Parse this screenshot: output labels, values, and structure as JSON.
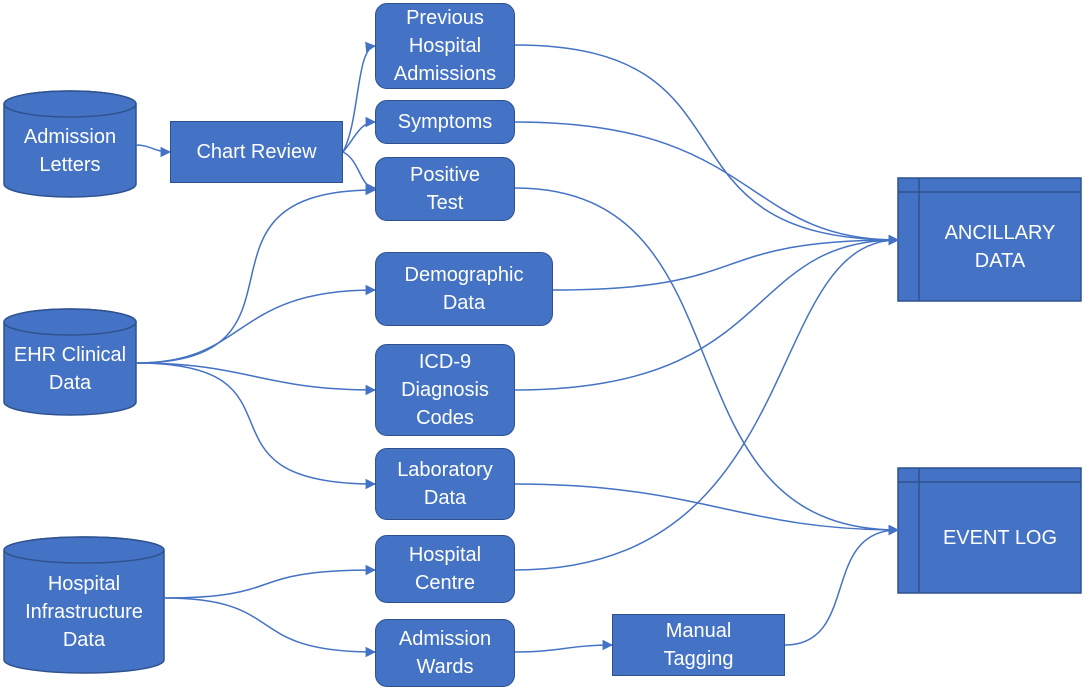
{
  "sources": {
    "admission_letters": "Admission\nLetters",
    "ehr_clinical": "EHR Clinical\nData",
    "hospital_infrastructure": "Hospital\nInfrastructure\nData"
  },
  "process": {
    "chart_review": "Chart Review",
    "manual_tagging": "Manual\nTagging"
  },
  "items": {
    "previous_admissions": "Previous\nHospital\nAdmissions",
    "symptoms": "Symptoms",
    "positive_test": "Positive\nTest",
    "demographic": "Demographic\nData",
    "icd9": "ICD-9\nDiagnosis\nCodes",
    "laboratory": "Laboratory\nData",
    "hospital_centre": "Hospital\nCentre",
    "admission_wards": "Admission\nWards"
  },
  "outputs": {
    "ancillary": "ANCILLARY\nDATA",
    "event_log": "EVENT LOG"
  },
  "colors": {
    "fill": "#4472c4",
    "stroke": "#2f528f",
    "line": "#4472c4"
  }
}
